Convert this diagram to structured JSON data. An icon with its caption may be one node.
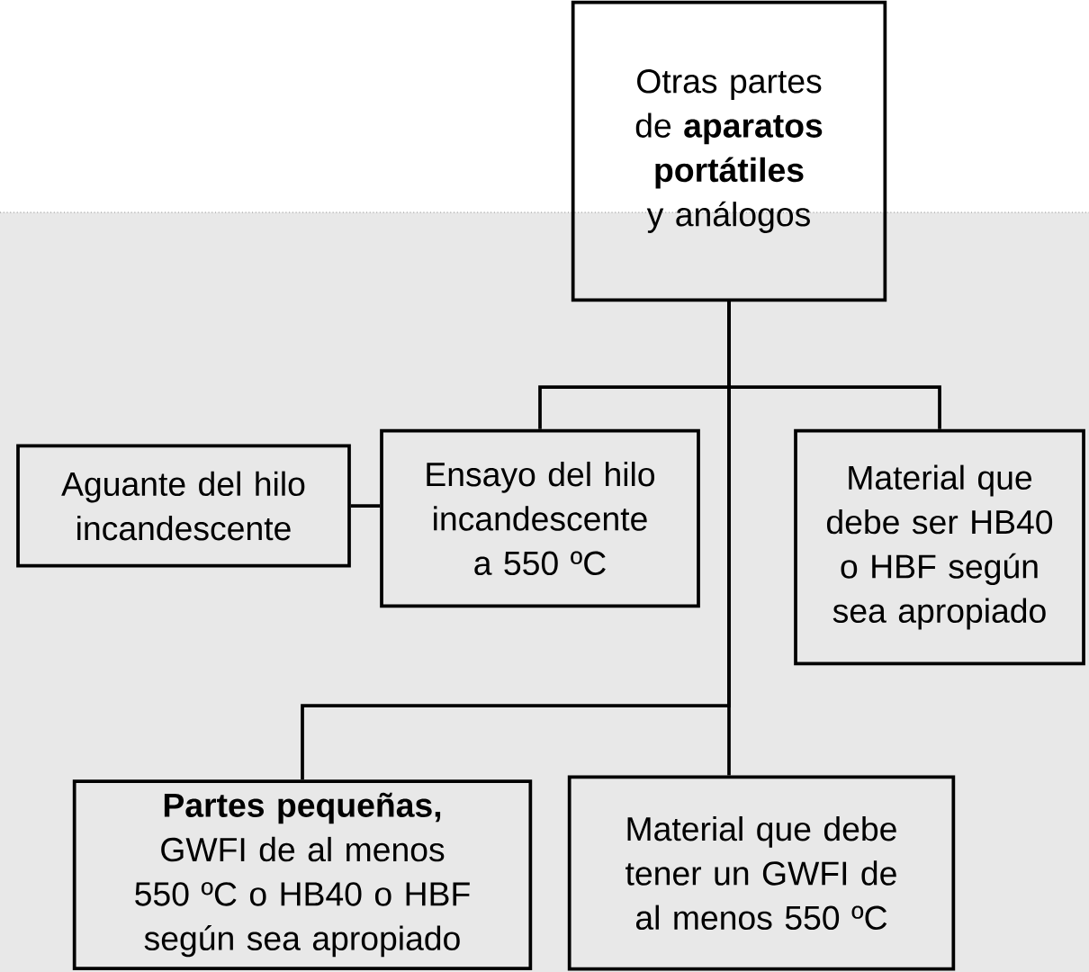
{
  "diagram": {
    "nodes": [
      {
        "text": [
          "Otras partes de **aparatos portátiles** y análogos"
        ]
      },
      {
        "text": [
          "Aguante del hilo incandescente"
        ]
      },
      {
        "text": [
          "Ensayo del hilo incandescente a 550 ºC"
        ]
      },
      {
        "text": [
          "Material que debe ser HB40 o HBF según sea apropiado"
        ]
      },
      {
        "text": [
          "Partes pequeñas,",
          "GWFI de al menos 550 ºC o HB40 o HBF según sea apropiado"
        ]
      },
      {
        "text": [
          "Material que debe tener un GWFI de al menos 550 ºC"
        ]
      }
    ],
    "edges": [
      {
        "from": 0,
        "to": 2,
        "arrow": "none"
      },
      {
        "from": 0,
        "to": 3,
        "arrow": "none"
      },
      {
        "from": 0,
        "to": 4,
        "arrow": "none"
      },
      {
        "from": 0,
        "to": 5,
        "arrow": "none"
      },
      {
        "from": 2,
        "to": 1,
        "arrow": "none"
      }
    ]
  }
}
